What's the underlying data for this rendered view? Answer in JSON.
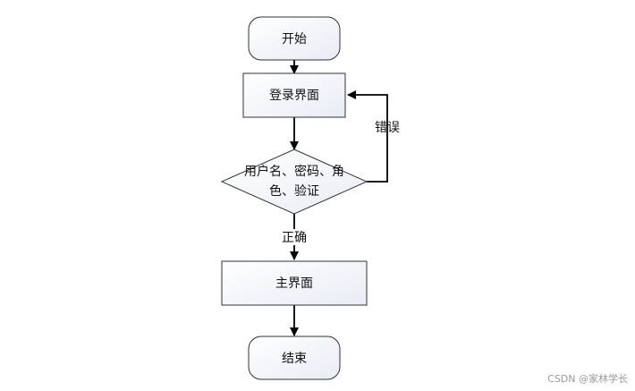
{
  "nodes": {
    "start": {
      "label": "开始"
    },
    "login": {
      "label": "登录界面"
    },
    "verify": {
      "line1": "用户名、密码、角",
      "line2": "色、验证"
    },
    "main": {
      "label": "主界面"
    },
    "end": {
      "label": "结束"
    }
  },
  "edges": {
    "error_label": "错误",
    "correct_label": "正确"
  },
  "watermark": "CSDN @家林学长"
}
